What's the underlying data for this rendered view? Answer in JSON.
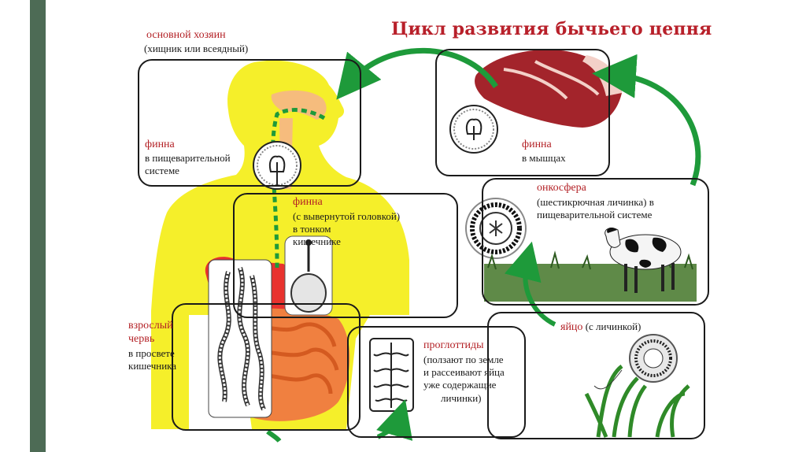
{
  "title": "Цикл развития бычьего цепня",
  "host": {
    "label": "основной хозяин",
    "sublabel": "(хищник или всеядный)"
  },
  "stages": {
    "finna_digestive": {
      "name": "финна",
      "lines": [
        "в пищеварительной",
        "системе"
      ]
    },
    "finna_muscle": {
      "name": "финна",
      "lines": [
        "в мышцах"
      ]
    },
    "finna_intestine": {
      "name": "финна",
      "lines": [
        "(с вывернутой головкой)",
        "в тонком",
        "кишечнике"
      ]
    },
    "oncosphere": {
      "name": "онкосфера",
      "lines": [
        "(шестикрючная личинка) в",
        "пищеварительной системе"
      ]
    },
    "adult": {
      "name_lines": [
        "взрослый",
        "червь"
      ],
      "lines": [
        "в просвете",
        "кишечника"
      ]
    },
    "proglottids": {
      "name": "проглоттиды",
      "lines": [
        "(ползают по земле",
        "и рассеивают яйца",
        "уже содержащие",
        "личинки)"
      ]
    },
    "egg": {
      "name": "яйцо",
      "detail": "(с личинкой)"
    }
  },
  "colors": {
    "title": "#b8202a",
    "stage_name": "#b32025",
    "body": "#f5ef2a",
    "arrow": "#1e9a3a",
    "sidebar": "#4d6b55"
  }
}
